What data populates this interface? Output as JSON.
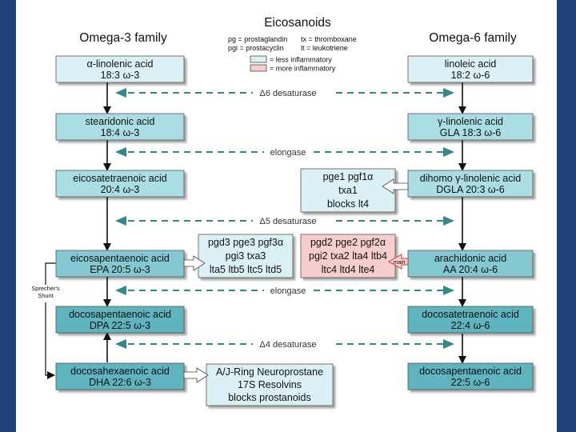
{
  "title": "Eicosanoids",
  "families": {
    "omega3": "Omega-3 family",
    "omega6": "Omega-6 family"
  },
  "legend": {
    "pg": "pg = prostaglandin",
    "pgi": "pgi = prostacyclin",
    "tx": "tx = thromboxane",
    "lt": "lt = leukotriene",
    "less": "= less inflammatory",
    "more": "= more inflammatory"
  },
  "enzymes": {
    "d6": "Δ6 desaturase",
    "elongase1": "elongase",
    "d5": "Δ5 desaturase",
    "elongase2": "elongase",
    "d4": "Δ4 desaturase"
  },
  "omega3": [
    {
      "name": "α-linolenic acid",
      "sub": "18:3 ω-3"
    },
    {
      "name": "stearidonic acid",
      "sub": "18:4 ω-3"
    },
    {
      "name": "eicosatetraenoic acid",
      "sub": "20:4 ω-3"
    },
    {
      "name": "eicosapentaenoic acid",
      "sub": "EPA   20:5 ω-3"
    },
    {
      "name": "docosapentaenoic acid",
      "sub": "DPA   22:5 ω-3"
    },
    {
      "name": "docosahexaenoic acid",
      "sub": "DHA   22:6 ω-3"
    }
  ],
  "omega6": [
    {
      "name": "linoleic acid",
      "sub": "18:2 ω-6"
    },
    {
      "name": "γ-linolenic acid",
      "sub": "GLA   18:3 ω-6"
    },
    {
      "name": "dihomo γ-linolenic acid",
      "sub": "DGLA   20:3 ω-6"
    },
    {
      "name": "arachidonic acid",
      "sub": "AA   20:4 ω-6"
    },
    {
      "name": "docosatetraenoic acid",
      "sub": "22:4 ω-6"
    },
    {
      "name": "docosapentaenoic acid",
      "sub": "22:5 ω-6"
    }
  ],
  "sprecher": [
    "Sprecher's",
    "Shunt"
  ],
  "main_label": "main",
  "eicosanoid_boxes": {
    "dgla": {
      "l1": "pge1 pgf1α",
      "l2": "txa1",
      "l3": "blocks lt4"
    },
    "epa": {
      "l1": "pgd3 pge3 pgf3α",
      "l2": "pgi3 txa3",
      "l3": "lta5 ltb5 ltc5 ltd5"
    },
    "aa": {
      "l1": "pgd2 pge2 pgf2α",
      "l2": "pgi2 txa2 lta4 ltb4",
      "l3": "ltc4 ltd4 lte4"
    },
    "dha": {
      "l1": "A/J-Ring Neuroprostane",
      "l2": "17S Resolvins",
      "l3": "blocks prostanoids"
    }
  },
  "colors": {
    "pale": "#dcf1f5",
    "light": "#aadde4",
    "mid": "#84c8d1",
    "dark": "#5eb4bf",
    "pink": "#f7cdcd",
    "arrow_dash": "#2f8a88",
    "main_arrow": "#d53a3a",
    "frame": "#1f4279"
  }
}
